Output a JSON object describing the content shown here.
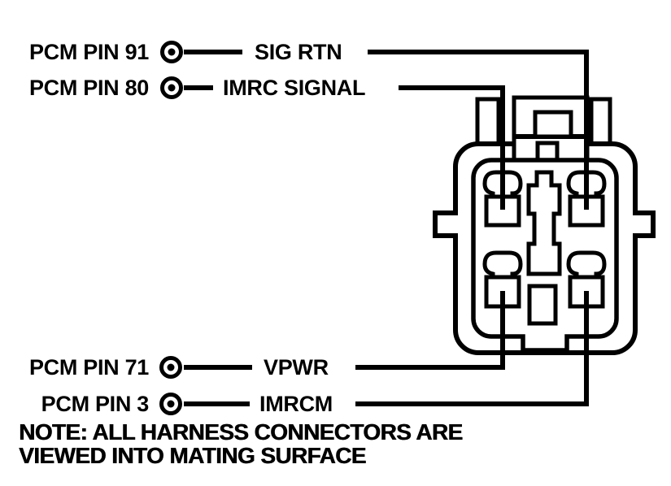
{
  "palette": {
    "ink": "#000000",
    "paper": "#ffffff"
  },
  "diagram": {
    "type": "connector-pinout",
    "connector": {
      "description": "4-cavity harness connector viewed into mating surface",
      "cavity_count": 4
    },
    "icons": {
      "pin_terminal": "circled-dot"
    },
    "pins": [
      {
        "pin_label": "PCM PIN 91",
        "signal": "SIG RTN",
        "connector_position": "top-right"
      },
      {
        "pin_label": "PCM PIN 80",
        "signal": "IMRC SIGNAL",
        "connector_position": "top-left"
      },
      {
        "pin_label": "PCM PIN 71",
        "signal": "VPWR",
        "connector_position": "bottom-left"
      },
      {
        "pin_label": "PCM PIN 3",
        "signal": "IMRCM",
        "connector_position": "bottom-right"
      }
    ],
    "note_line1": "NOTE: ALL HARNESS CONNECTORS ARE",
    "note_line2": "VIEWED INTO MATING SURFACE"
  }
}
